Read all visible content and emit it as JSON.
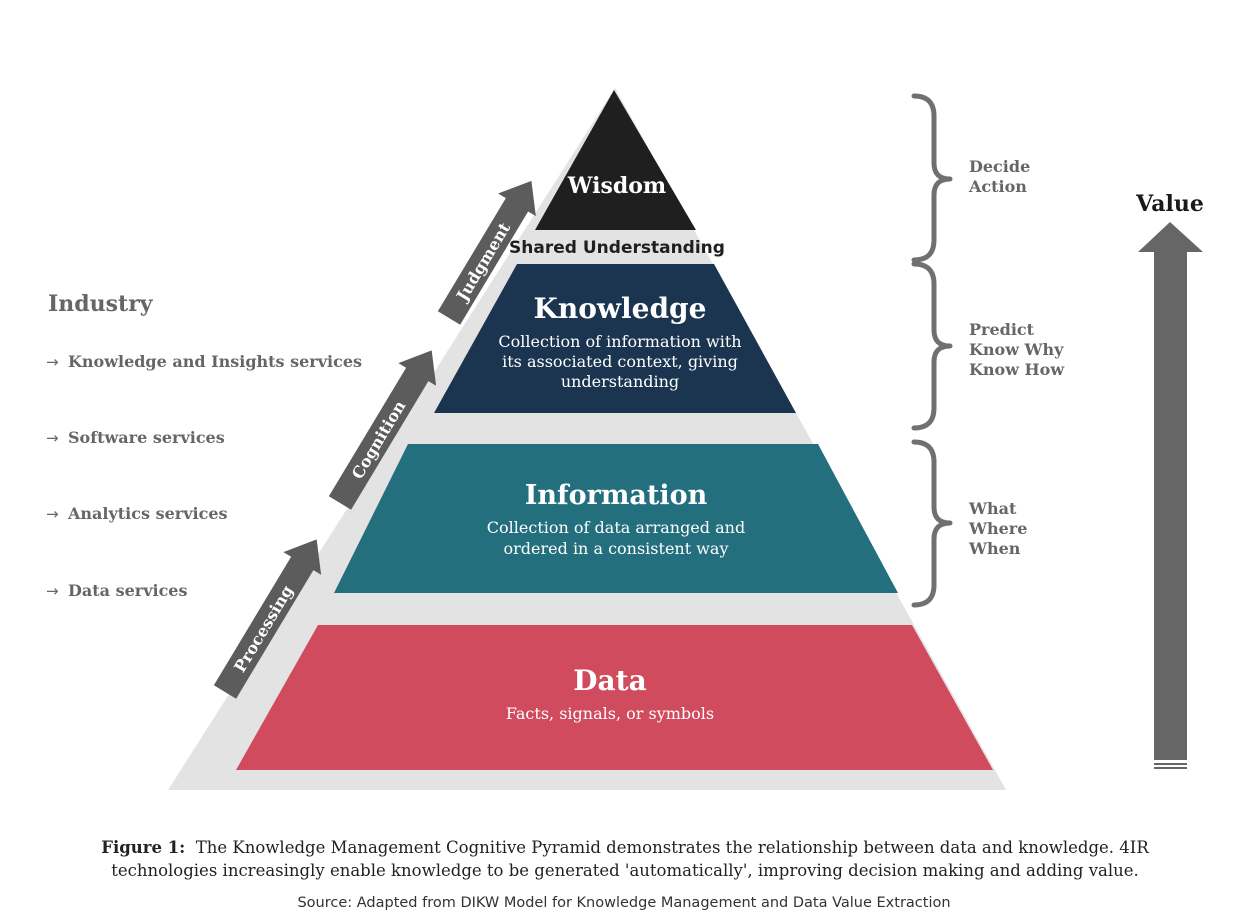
{
  "pyramid": {
    "wisdom": {
      "title": "Wisdom"
    },
    "shared": "Shared Understanding",
    "knowledge": {
      "title": "Knowledge",
      "desc": [
        "Collection of information with",
        "its associated context, giving",
        "understanding"
      ]
    },
    "information": {
      "title": "Information",
      "desc": [
        "Collection of data arranged and",
        "ordered in a consistent way"
      ]
    },
    "data": {
      "title": "Data",
      "desc": [
        "Facts, signals, or symbols"
      ]
    }
  },
  "arrows": {
    "processing": "Processing",
    "cognition": "Cognition",
    "judgment": "Judgment"
  },
  "industry": {
    "title": "Industry",
    "items": [
      "Knowledge and Insights services",
      "Software services",
      "Analytics services",
      "Data services"
    ],
    "bullet": "→"
  },
  "brackets": {
    "top": [
      "Decide",
      "Action"
    ],
    "middle": [
      "Predict",
      "Know Why",
      "Know How"
    ],
    "bottom": [
      "What",
      "Where",
      "When"
    ]
  },
  "value": {
    "label": "Value"
  },
  "caption": {
    "label": "Figure 1:",
    "text": "The Knowledge Management Cognitive Pyramid demonstrates the relationship between data and knowledge. 4IR technologies increasingly enable knowledge to be generated 'automatically', improving decision making and adding value."
  },
  "source": "Source: Adapted from DIKW Model for Knowledge Management and Data Value Extraction",
  "colors": {
    "wisdom": "#1f1f1f",
    "knowledge": "#1b3550",
    "information": "#236f7d",
    "data": "#cf4b5d",
    "shadow": "#e3e3e3",
    "arrow": "#5c5c5c",
    "bracket": "#707070",
    "text_gray": "#666666"
  }
}
